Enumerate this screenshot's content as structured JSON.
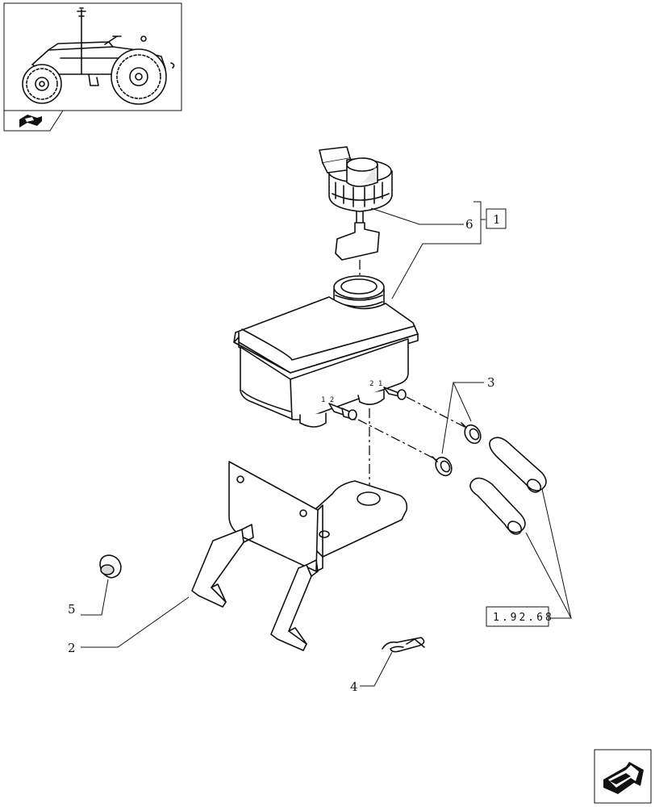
{
  "callouts": {
    "item_1": "1",
    "item_2": "2",
    "item_3": "3",
    "item_4": "4",
    "item_5": "5",
    "item_6": "6"
  },
  "reference": "1.92.68",
  "icons": {
    "thumbnail": "tractor-location-thumbnail",
    "thumbnail_tab": "book-arrow-icon",
    "next_page": "next-page-arrow-icon"
  }
}
